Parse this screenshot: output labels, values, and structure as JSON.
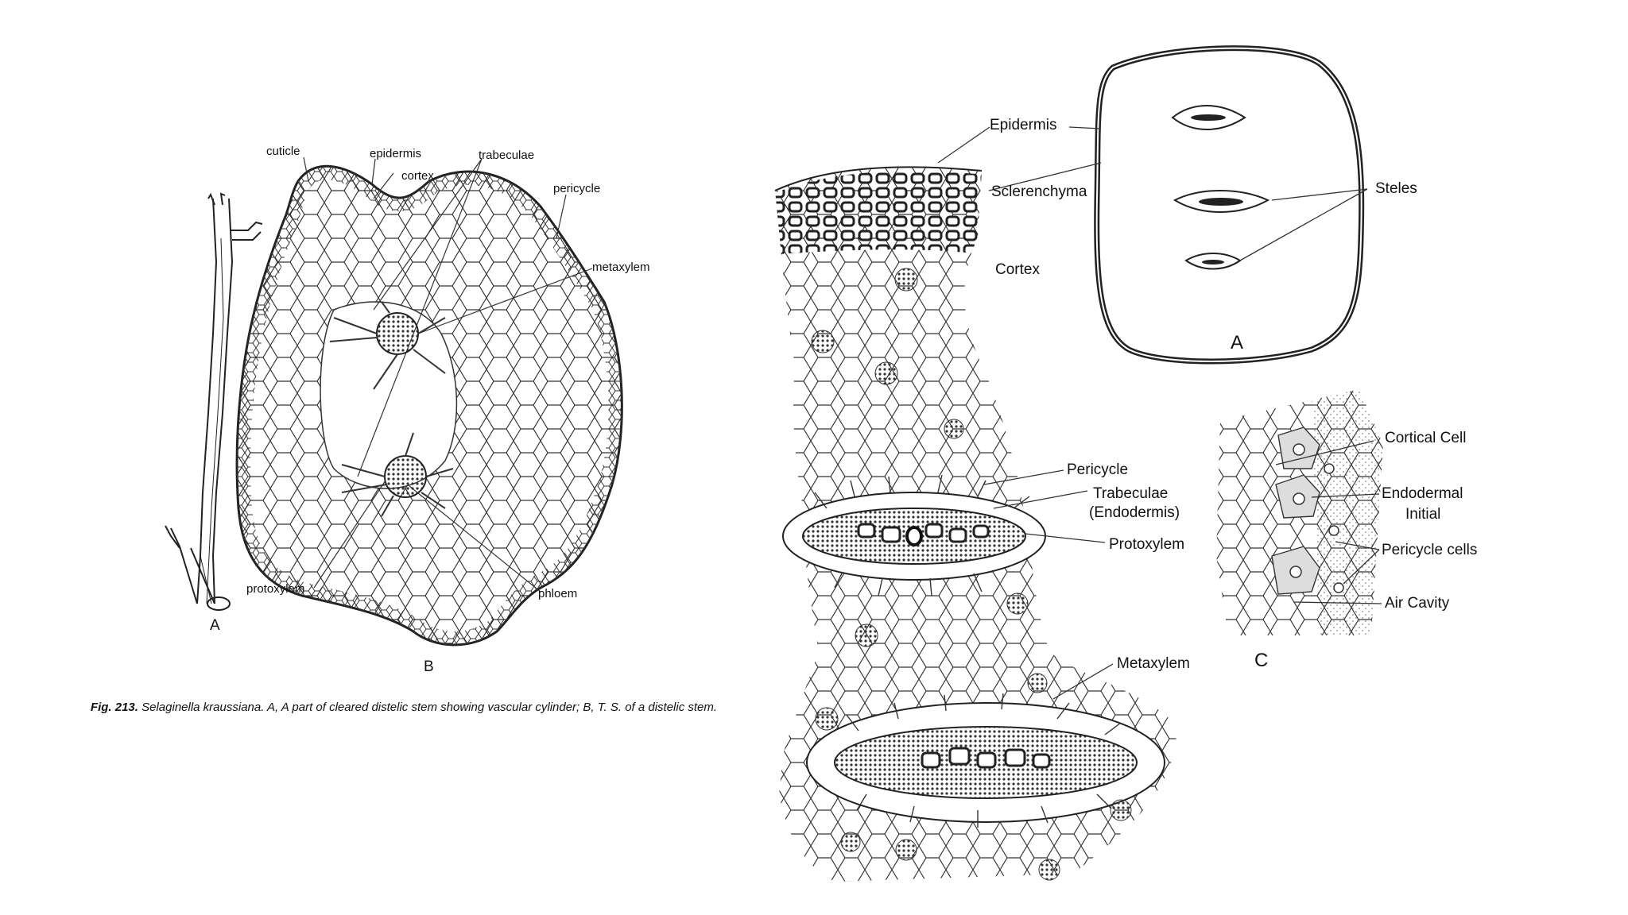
{
  "figure_left": {
    "labels": {
      "cuticle": "cuticle",
      "epidermis": "epidermis",
      "cortex": "cortex",
      "trabeculae": "trabeculae",
      "pericycle": "pericycle",
      "metaxylem": "metaxylem",
      "protoxylem": "protoxylem",
      "phloem": "phloem",
      "panel_a": "A",
      "panel_b": "B"
    },
    "caption_fig": "Fig. 213.",
    "caption_text": "Selaginella kraussiana. A, A part of cleared distelic stem showing vascular cylinder; B, T. S. of a distelic stem."
  },
  "figure_right": {
    "labels": {
      "epidermis": "Epidermis",
      "sclerenchyma": "Sclerenchyma",
      "cortex": "Cortex",
      "steles": "Steles",
      "panel_a": "A",
      "pericycle": "Pericycle",
      "trabeculae": "Trabeculae",
      "endodermis": "(Endodermis)",
      "protoxylem": "Protoxylem",
      "metaxylem": "Metaxylem",
      "cortical_cell": "Cortical Cell",
      "endodermal": "Endodermal",
      "initial": "Initial",
      "pericycle_cells": "Pericycle cells",
      "air_cavity": "Air Cavity",
      "panel_c": "C"
    }
  }
}
